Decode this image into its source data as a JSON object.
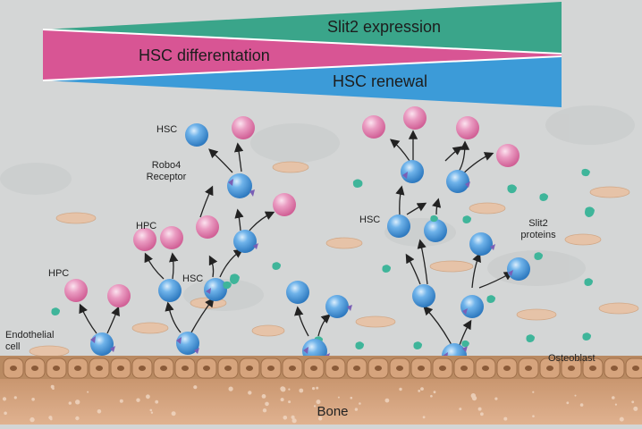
{
  "bands": {
    "slit2_expression": "Slit2 expression",
    "hsc_differentiation": "HSC differentation",
    "hsc_renewal": "HSC renewal"
  },
  "labels": {
    "hsc_top": "HSC",
    "robo4_receptor_line1": "Robo4",
    "robo4_receptor_line2": "Receptor",
    "hpc_left_upper": "HPC",
    "hpc_left_lower": "HPC",
    "hsc_mid": "HSC",
    "hsc_right": "HSC",
    "slit2_proteins_line1": "Slit2",
    "slit2_proteins_line2": "proteins",
    "endothelial_line1": "Endothelial",
    "endothelial_line2": "cell",
    "osteoblast": "Osteoblast",
    "bone": "Bone"
  },
  "colors": {
    "background": "#d4d6d6",
    "slit2_band": "#3aa58a",
    "differentiation_band": "#d85594",
    "renewal_band": "#3c9bd8",
    "hsc_cell": "#3f8ed2",
    "hpc_cell": "#e07eaa",
    "slit2_protein": "#3fb59a",
    "receptor": "#7a5fb5",
    "fibroblast": "#e6c3a8",
    "osteoblast_layer": "#b98a62",
    "bone": "#cf9f7c"
  }
}
